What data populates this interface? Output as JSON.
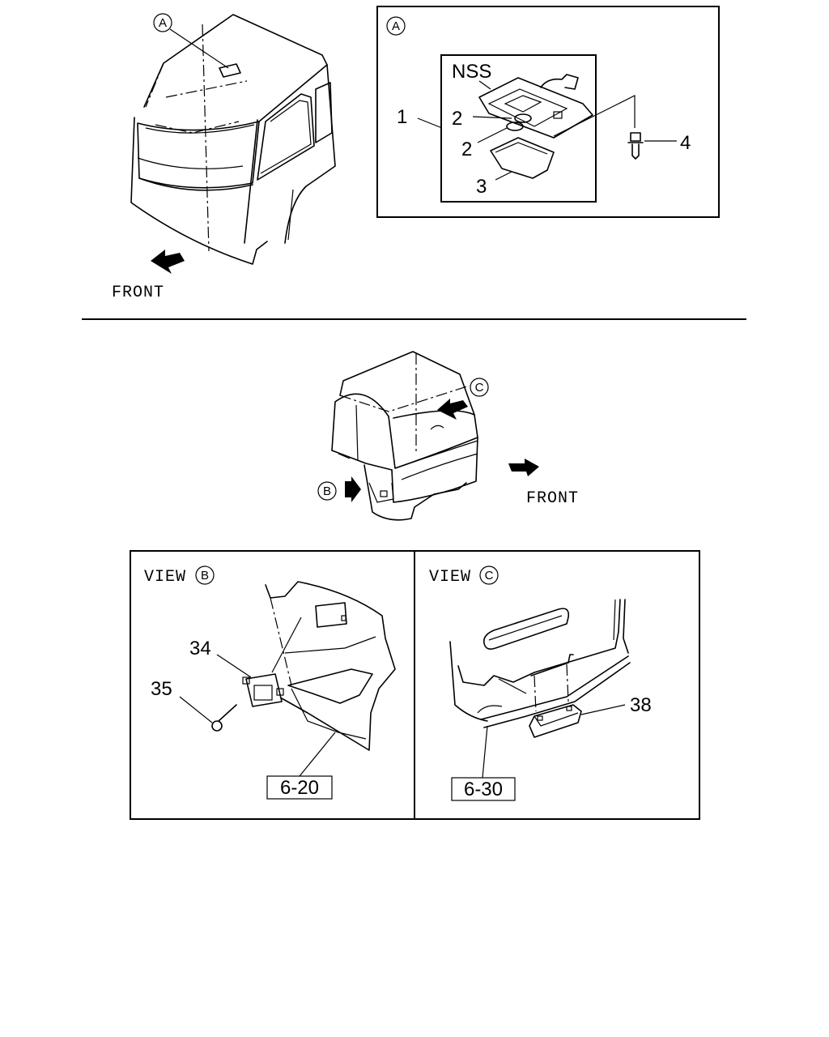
{
  "top_section": {
    "cab_marker": "A",
    "front_label": "FRONT",
    "detail": {
      "marker": "A",
      "nss_label": "NSS",
      "parts": [
        "1",
        "2",
        "2",
        "3",
        "4"
      ]
    }
  },
  "middle_section": {
    "marker_b": "B",
    "marker_c": "C",
    "front_label": "FRONT"
  },
  "view_b": {
    "title": "VIEW",
    "marker": "B",
    "parts": [
      "34",
      "35"
    ],
    "ref": "6-20"
  },
  "view_c": {
    "title": "VIEW",
    "marker": "C",
    "parts": [
      "38"
    ],
    "ref": "6-30"
  }
}
